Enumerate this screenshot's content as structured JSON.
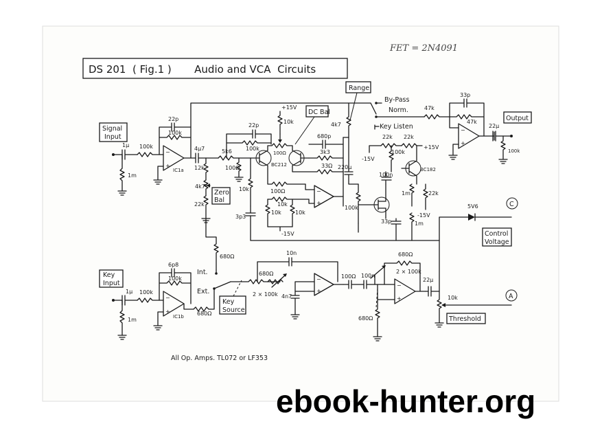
{
  "header": {
    "title_box": "DS 201  ( Fig.1 )       Audio and VCA  Circuits",
    "handwritten_note": "FET = 2N4091",
    "footer_note": "All Op. Amps. TL072 or LF353"
  },
  "boxed_labels": {
    "signal_input": [
      "Signal",
      "Input"
    ],
    "key_input": [
      "Key",
      "Input"
    ],
    "output": "Output",
    "range": "Range",
    "dc_bal": "DC Bal",
    "zero_bal": [
      "Zero",
      "Bal"
    ],
    "key_source": [
      "Key",
      "Source"
    ],
    "control_voltage": [
      "Control",
      "Voltage"
    ],
    "threshold": "Threshold"
  },
  "switch_labels": {
    "by_pass": "By-Pass",
    "norm": "Norm.",
    "key_listen": "Key Listen",
    "int": "Int.",
    "ext": "Ext."
  },
  "terminals": {
    "c": "C",
    "a": "A"
  },
  "ic_labels": {
    "ic1a": "IC1a",
    "ic1b": "IC1b",
    "bc212": "BC212",
    "bc182": "BC182"
  },
  "component_values": {
    "c_in_top": "1μ",
    "r_in_top": "100k",
    "r_gnd_top": "1m",
    "c_fb_top": "22p",
    "r_fb_top": "100k",
    "c_coupling_top": "4μ7",
    "r_5k6": "5k6",
    "r_100n_a": "100Ω",
    "r_12k": "12k",
    "pot_4k7_zb": "4k7",
    "r_22k_zb": "22k",
    "c_22p_b": "22p",
    "r_100k_b": "100k",
    "v_pos15_a": "+15V",
    "r_10k_top": "10k",
    "r_100n_pair": "100Ω",
    "c_680p": "680p",
    "r_3k3": "3k3",
    "r_33n": "33Ω",
    "r_10k_left": "10k",
    "r_100n_mid": "100Ω",
    "r_10k_mid": "10k",
    "c_3p3": "3p3",
    "r_10k_bl": "10k",
    "r_10k_br": "10k",
    "v_neg15_a": "-15V",
    "pot_range_4k7": "4k7",
    "c_220u": "220μ",
    "r_100k_c": "100k",
    "v_neg15_b": "-15V",
    "r_22k_a": "22k",
    "r_22k_b": "22k",
    "v_pos15_b": "+15V",
    "r_100k_d": "100k",
    "c_100n": "100n",
    "r_1m_a": "1m",
    "r_22k_c": "22k",
    "c_33p_b": "33p",
    "r_1m_b": "1m",
    "v_neg15_c": "-15V",
    "c_33p_out": "33p",
    "r_47k_a": "47k",
    "r_47k_b": "47k",
    "c_22u_out": "22μ",
    "r_100k_out": "100k",
    "r_680n_a": "680Ω",
    "zener_5v6": "5V6",
    "c_in_bot": "1μ",
    "r_in_bot": "100k",
    "r_gnd_bot": "1m",
    "c_6p8": "6p8",
    "r_fb_bot": "100k",
    "r_680n_b": "680Ω",
    "c_10n": "10n",
    "r_680n_c": "680Ω",
    "pot_2x100k_a": "2 × 100k",
    "c_4n7": "4n7",
    "r_100n_e": "100Ω",
    "c_100n_f": "100n",
    "r_680n_d": "680Ω",
    "pot_2x100k_b": "2 × 100k",
    "r_680n_e": "680Ω",
    "c_22u_bot": "22μ",
    "r_10k_thr": "10k"
  },
  "watermark": "ebook-hunter.org"
}
